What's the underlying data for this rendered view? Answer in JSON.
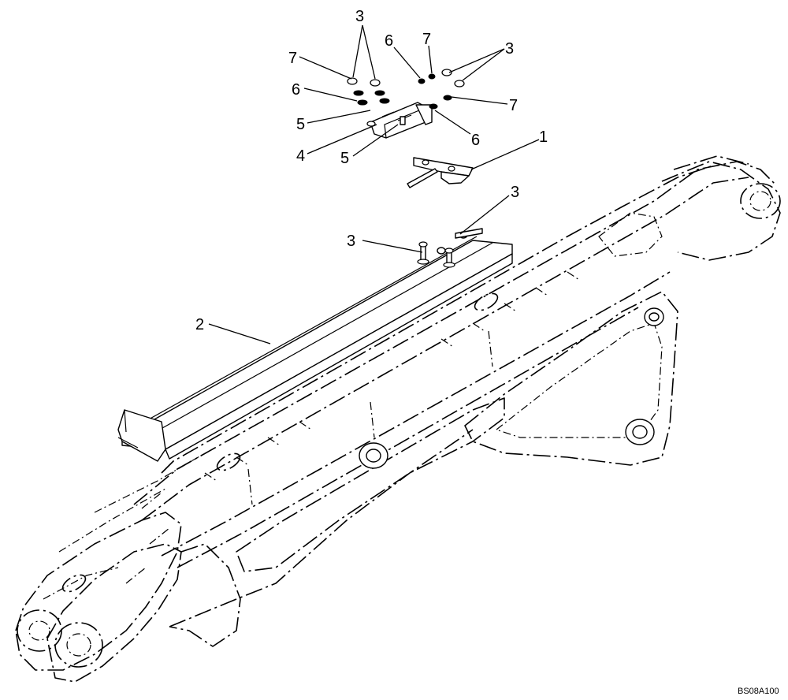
{
  "diagram": {
    "drawing_code": "BS08A100",
    "callouts": {
      "c1": "1",
      "c2": "2",
      "c3a": "3",
      "c3b": "3",
      "c3c": "3",
      "c3d": "3",
      "c4": "4",
      "c5a": "5",
      "c5b": "5",
      "c6a": "6",
      "c6b": "6",
      "c6c": "6",
      "c7a": "7",
      "c7b": "7",
      "c7c": "7"
    }
  }
}
